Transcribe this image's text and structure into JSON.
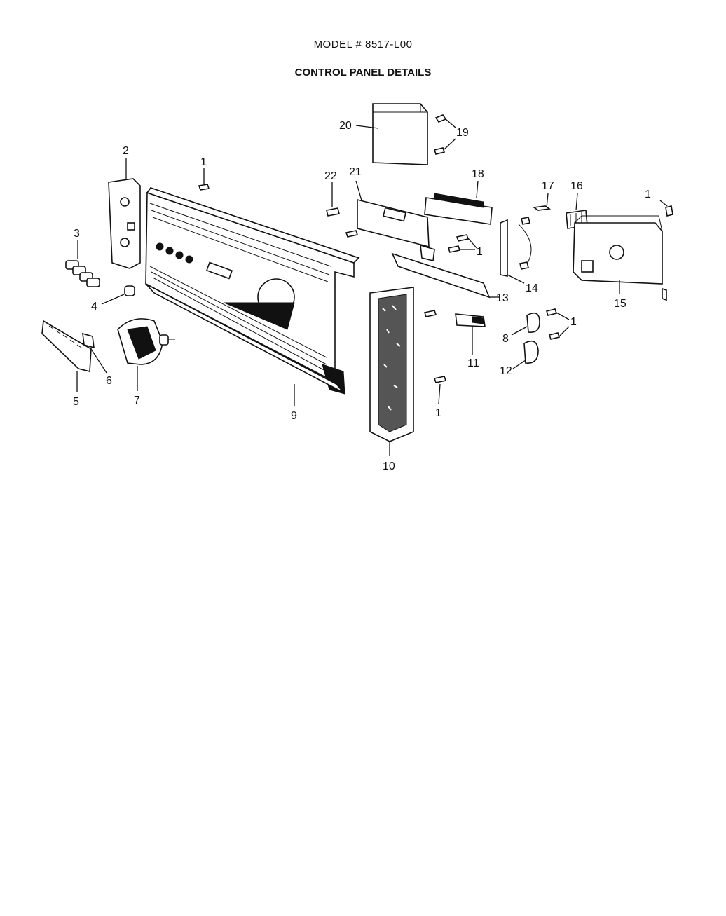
{
  "header": {
    "model": "MODEL # 8517-L00",
    "title": "CONTROL PANEL DETAILS"
  },
  "callouts": {
    "n1a": "1",
    "n1b": "1",
    "n1c": "1",
    "n1d": "1",
    "n1e": "1",
    "n2": "2",
    "n3": "3",
    "n4": "4",
    "n5": "5",
    "n6": "6",
    "n7": "7",
    "n8": "8",
    "n9": "9",
    "n10": "10",
    "n11": "11",
    "n12": "12",
    "n13": "13",
    "n14": "14",
    "n15": "15",
    "n16": "16",
    "n17": "17",
    "n18": "18",
    "n19": "19",
    "n20": "20",
    "n21": "21",
    "n22": "22"
  }
}
